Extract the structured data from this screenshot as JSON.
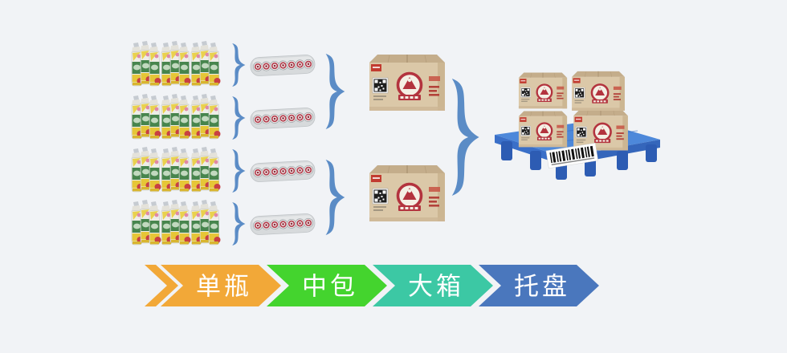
{
  "background_color": "#f1f3f6",
  "connector_color": "#5b8cc6",
  "hierarchy": {
    "bottle_rows": 4,
    "bottle_groups_per_row": 3,
    "packs": 4,
    "packs_per_box": 2,
    "boxes": 2,
    "boxes_on_pallet": 4,
    "pallets": 1,
    "pallet_color": "#3f7bd0",
    "box_color": "#dbc8a8",
    "box_logo_color": "#b3333e"
  },
  "stages": [
    {
      "label": "单瓶",
      "color": "#f2a838"
    },
    {
      "label": "中包",
      "color": "#44d42e"
    },
    {
      "label": "大箱",
      "color": "#3cc8a4"
    },
    {
      "label": "托盘",
      "color": "#4a77bd"
    }
  ],
  "stage_label_color": "#ffffff"
}
